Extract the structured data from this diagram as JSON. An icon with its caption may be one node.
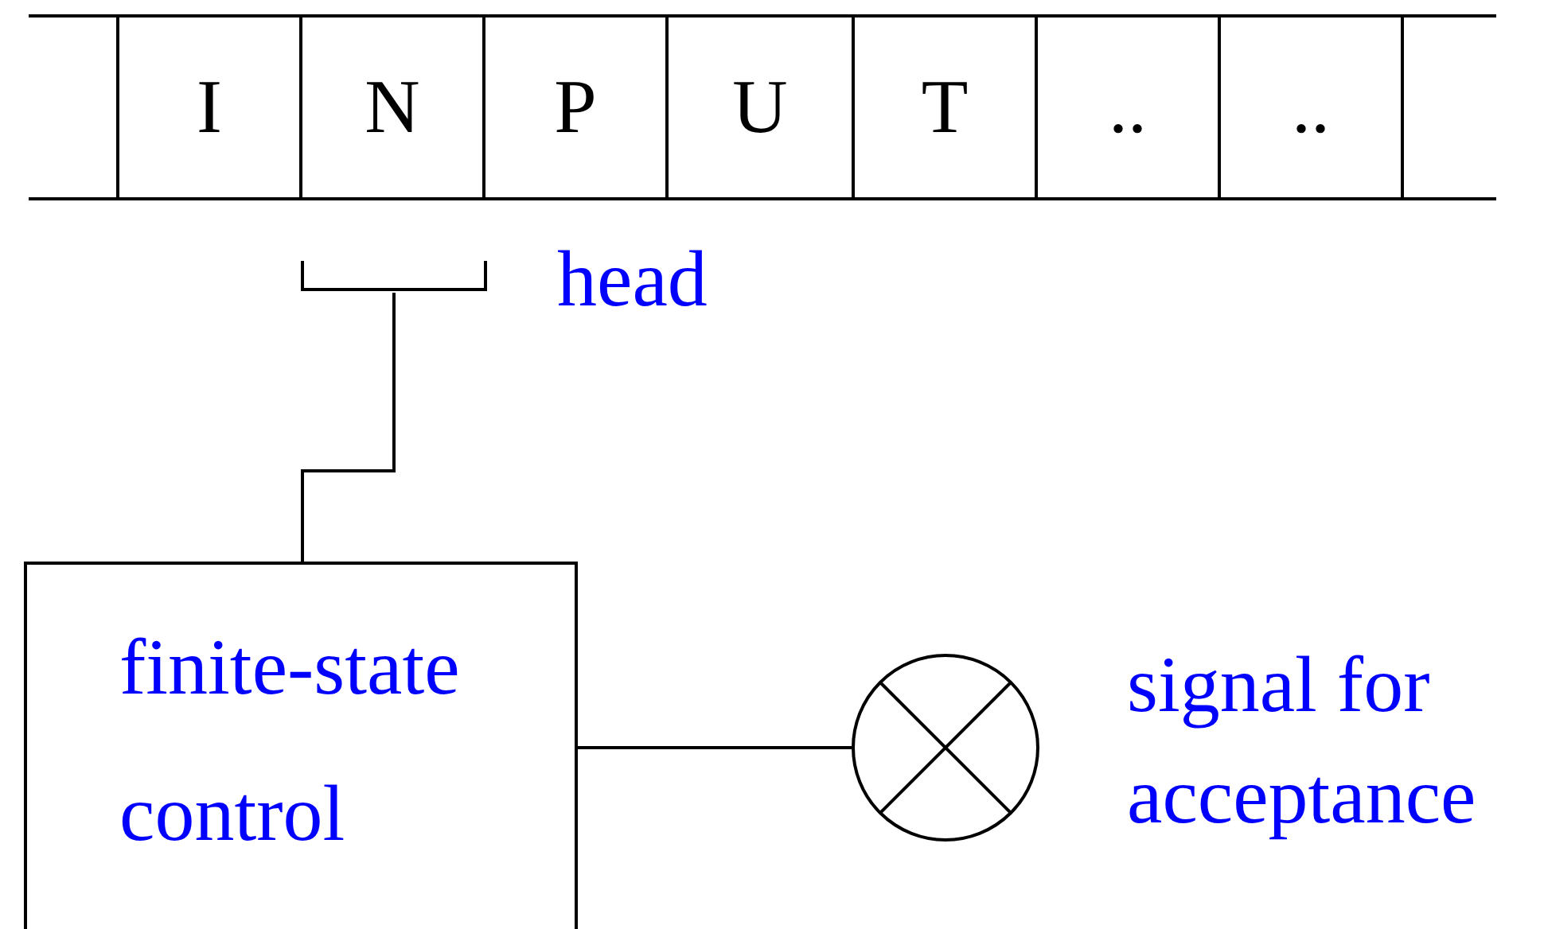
{
  "diagram": {
    "nodes": [
      {
        "text": [],
        "shape": "box"
      },
      {
        "text": [
          "I"
        ]
      },
      {
        "text": [
          "N"
        ]
      },
      {
        "text": [
          "P"
        ]
      },
      {
        "text": [
          "U"
        ]
      },
      {
        "text": [
          "T"
        ]
      },
      {
        "text": [
          ".."
        ]
      },
      {
        "text": [
          ".."
        ]
      },
      {
        "text": [],
        "shape": "box"
      },
      {
        "text": [],
        "shape": "bar",
        "beside": [
          "head"
        ]
      },
      {
        "text": [
          "finite-state control"
        ]
      },
      {
        "text": [],
        "shape": "circle",
        "beside": [
          "signal for acceptance"
        ]
      }
    ],
    "edges": [
      {
        "from": 9,
        "to": 10,
        "arrow": "none"
      },
      {
        "from": 10,
        "to": 11,
        "arrow": "none"
      }
    ]
  }
}
